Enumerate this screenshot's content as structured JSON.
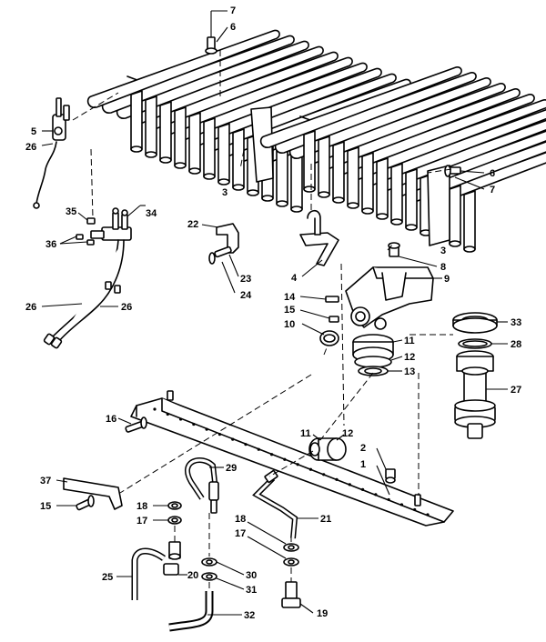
{
  "callouts": {
    "c1": "1",
    "c2": "2",
    "c3a": "3",
    "c3b": "3",
    "c4": "4",
    "c5": "5",
    "c6a": "6",
    "c6b": "6",
    "c7a": "7",
    "c7b": "7",
    "c8": "8",
    "c9": "9",
    "c10": "10",
    "c11a": "11",
    "c11b": "11",
    "c12a": "12",
    "c12b": "12",
    "c13": "13",
    "c14": "14",
    "c15a": "15",
    "c15b": "15",
    "c16": "16",
    "c17a": "17",
    "c17b": "17",
    "c18a": "18",
    "c18b": "18",
    "c19": "19",
    "c20": "20",
    "c21": "21",
    "c22": "22",
    "c23": "23",
    "c24": "24",
    "c25": "25",
    "c26a": "26",
    "c26b": "26",
    "c26c": "26",
    "c27": "27",
    "c28": "28",
    "c29": "29",
    "c30": "30",
    "c31": "31",
    "c32": "32",
    "c33": "33",
    "c34": "34",
    "c35": "35",
    "c36": "36",
    "c37": "37"
  }
}
